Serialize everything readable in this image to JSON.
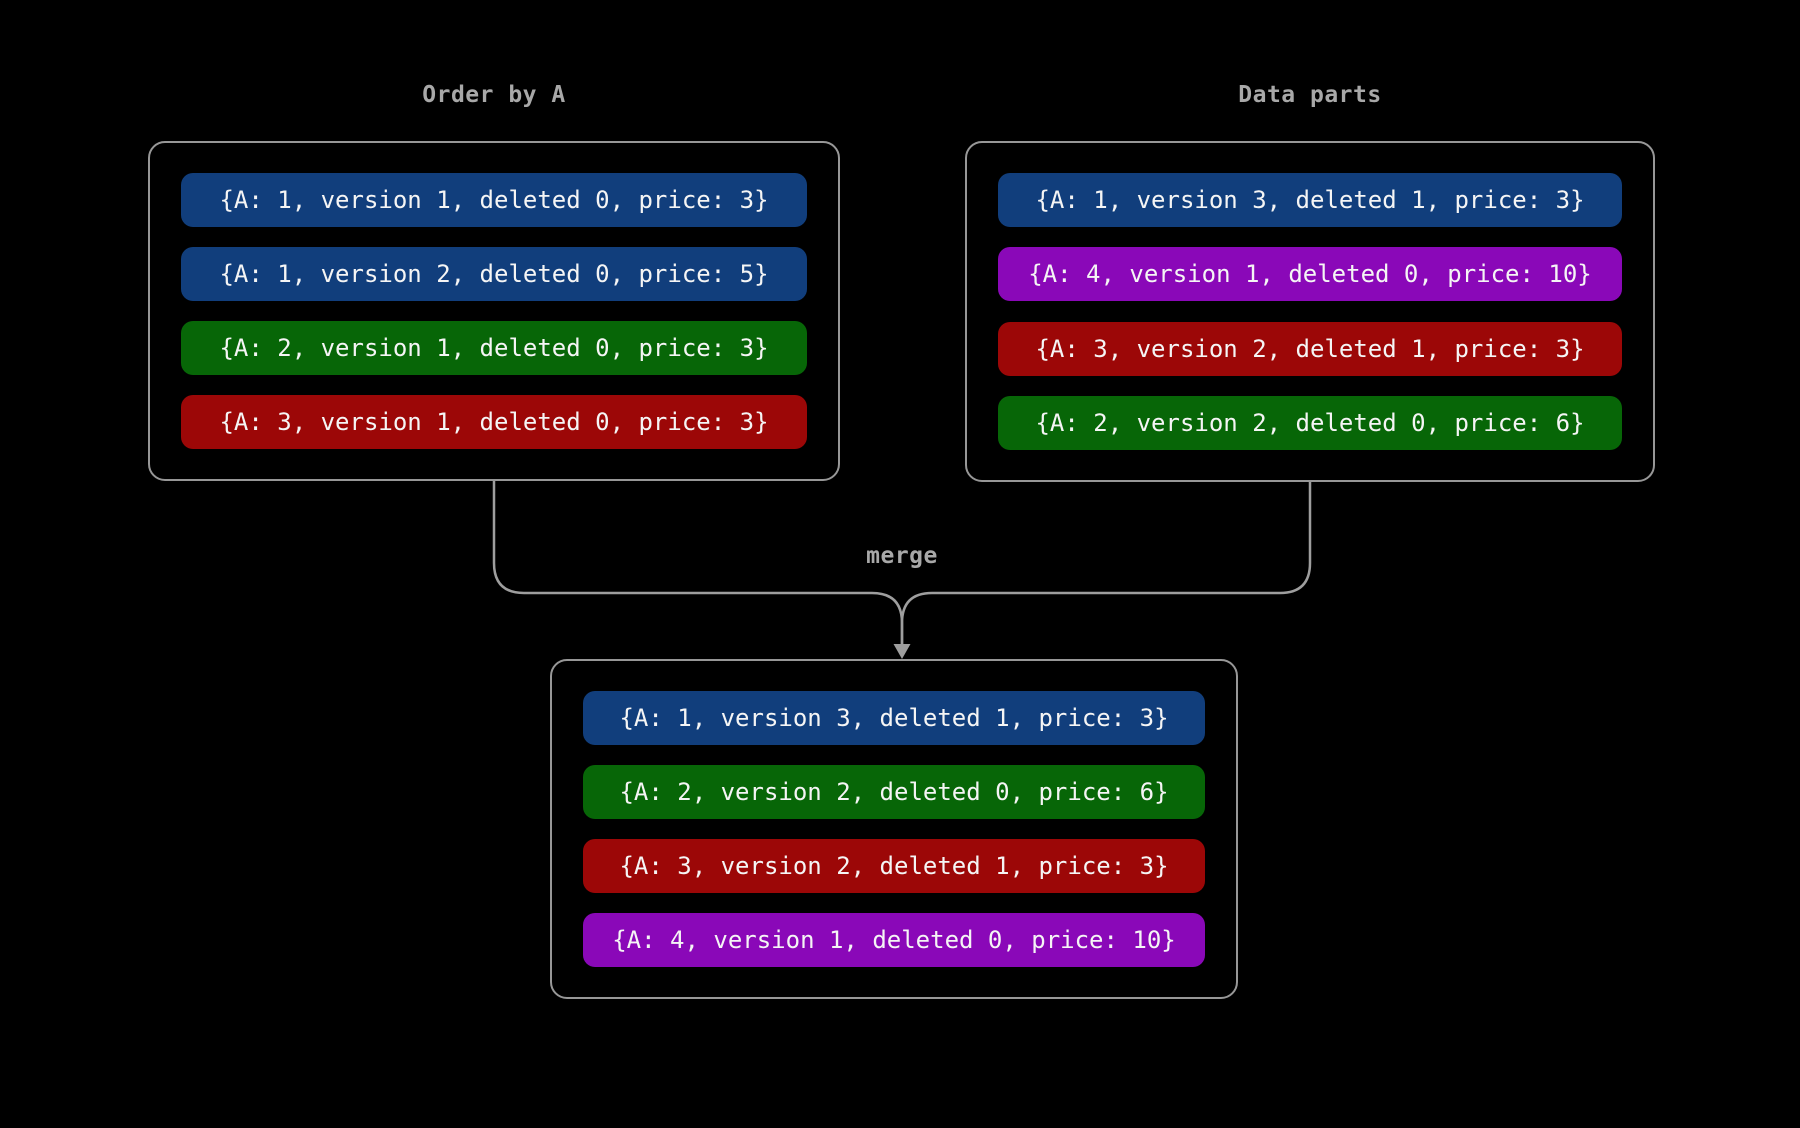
{
  "diagram": {
    "merge_label": "merge",
    "colors": {
      "background": "#000000",
      "box_border": "#979797",
      "connector": "#9e9e9e",
      "heading_text": "#a8a8a8",
      "row_text": "#f5f5f5",
      "blue": "#113e7c",
      "green": "#076607",
      "red": "#9c0707",
      "purple": "#8a08b8"
    },
    "groups": [
      {
        "title": "Order by A",
        "rows": [
          {
            "text": "{A: 1, version 1, deleted 0, price: 3}",
            "color": "blue"
          },
          {
            "text": "{A: 1, version 2, deleted 0, price: 5}",
            "color": "blue"
          },
          {
            "text": "{A: 2, version 1, deleted 0, price: 3}",
            "color": "green"
          },
          {
            "text": "{A: 3, version 1, deleted 0, price: 3}",
            "color": "red"
          }
        ]
      },
      {
        "title": "Data parts",
        "rows": [
          {
            "text": "{A: 1, version 3, deleted 1, price: 3}",
            "color": "blue"
          },
          {
            "text": "{A: 4, version 1, deleted 0, price: 10}",
            "color": "purple"
          },
          {
            "text": "{A: 3, version 2, deleted 1, price: 3}",
            "color": "red"
          },
          {
            "text": "{A: 2, version 2, deleted 0, price: 6}",
            "color": "green"
          }
        ]
      },
      {
        "rows": [
          {
            "text": "{A: 1, version 3, deleted 1, price: 3}",
            "color": "blue"
          },
          {
            "text": "{A: 2, version 2, deleted 0, price: 6}",
            "color": "green"
          },
          {
            "text": "{A: 3, version 2, deleted 1, price: 3}",
            "color": "red"
          },
          {
            "text": "{A: 4, version 1, deleted 0, price: 10}",
            "color": "purple"
          }
        ]
      }
    ]
  }
}
